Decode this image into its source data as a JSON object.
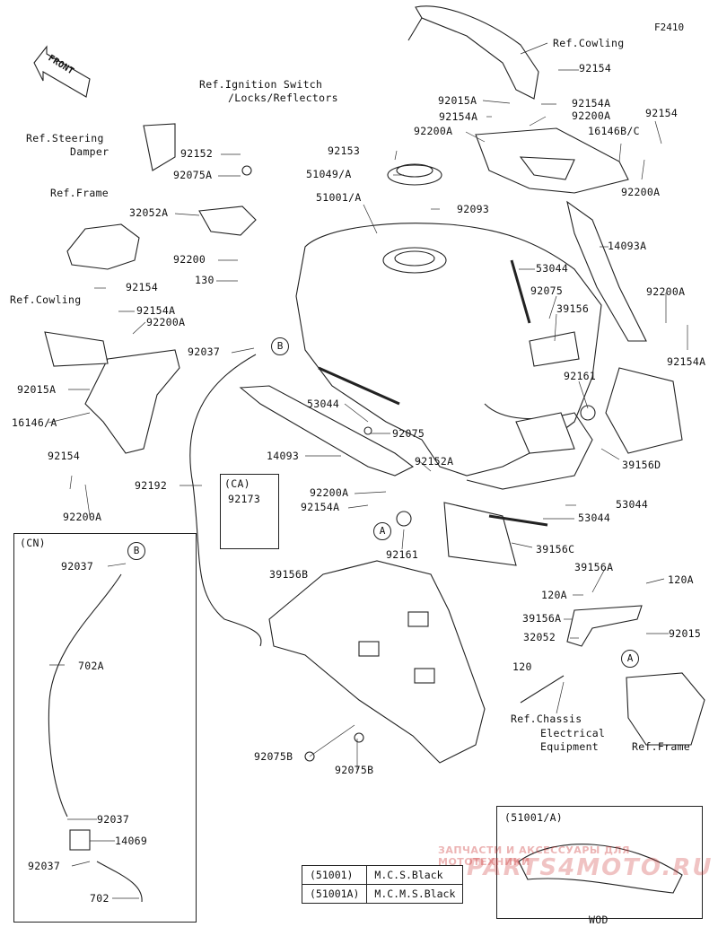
{
  "figure_code": "F2410",
  "front_label": "FRONT",
  "refs": {
    "cowling_top": "Ref.Cowling",
    "ignition": "Ref.Ignition Switch",
    "ignition2": "/Locks/Reflectors",
    "steering": "Ref.Steering",
    "steering2": "Damper",
    "frame_left": "Ref.Frame",
    "cowling_left": "Ref.Cowling",
    "chassis": "Ref.Chassis",
    "chassis2": "Electrical",
    "chassis3": "Equipment",
    "frame_right": "Ref.Frame"
  },
  "parts": [
    {
      "id": "p1",
      "text": "92154"
    },
    {
      "id": "p2",
      "text": "92015A"
    },
    {
      "id": "p3",
      "text": "92154A"
    },
    {
      "id": "p4",
      "text": "92154A"
    },
    {
      "id": "p5",
      "text": "92200A"
    },
    {
      "id": "p6",
      "text": "92200A"
    },
    {
      "id": "p7",
      "text": "92154"
    },
    {
      "id": "p8",
      "text": "16146B/C"
    },
    {
      "id": "p9",
      "text": "92200A"
    },
    {
      "id": "p10",
      "text": "92153"
    },
    {
      "id": "p11",
      "text": "51049/A"
    },
    {
      "id": "p12",
      "text": "92093"
    },
    {
      "id": "p13",
      "text": "51001/A"
    },
    {
      "id": "p14",
      "text": "92152"
    },
    {
      "id": "p15",
      "text": "92075A"
    },
    {
      "id": "p16",
      "text": "32052A"
    },
    {
      "id": "p17",
      "text": "92200"
    },
    {
      "id": "p18",
      "text": "130"
    },
    {
      "id": "p19",
      "text": "14093A"
    },
    {
      "id": "p20",
      "text": "53044"
    },
    {
      "id": "p21",
      "text": "92075"
    },
    {
      "id": "p22",
      "text": "39156"
    },
    {
      "id": "p23",
      "text": "92200A"
    },
    {
      "id": "p24",
      "text": "92154A"
    },
    {
      "id": "p25",
      "text": "92154"
    },
    {
      "id": "p26",
      "text": "92154A"
    },
    {
      "id": "p27",
      "text": "92200A"
    },
    {
      "id": "p28",
      "text": "92037"
    },
    {
      "id": "p29",
      "text": "92015A"
    },
    {
      "id": "p30",
      "text": "16146/A"
    },
    {
      "id": "p31",
      "text": "53044"
    },
    {
      "id": "p32",
      "text": "92161"
    },
    {
      "id": "p33",
      "text": "92075"
    },
    {
      "id": "p34",
      "text": "14093"
    },
    {
      "id": "p35",
      "text": "39156D"
    },
    {
      "id": "p36",
      "text": "92154"
    },
    {
      "id": "p37",
      "text": "92152A"
    },
    {
      "id": "p38",
      "text": "92192"
    },
    {
      "id": "p39",
      "text": "92200A"
    },
    {
      "id": "p40",
      "text": "92154A"
    },
    {
      "id": "p41",
      "text": "92200A"
    },
    {
      "id": "p42",
      "text": "92173"
    },
    {
      "id": "p43",
      "text": "53044"
    },
    {
      "id": "p44",
      "text": "53044"
    },
    {
      "id": "p45",
      "text": "92161"
    },
    {
      "id": "p46",
      "text": "39156C"
    },
    {
      "id": "p47",
      "text": "39156B"
    },
    {
      "id": "p48",
      "text": "39156A"
    },
    {
      "id": "p49",
      "text": "120A"
    },
    {
      "id": "p50",
      "text": "120A"
    },
    {
      "id": "p51",
      "text": "39156A"
    },
    {
      "id": "p52",
      "text": "32052"
    },
    {
      "id": "p53",
      "text": "92015"
    },
    {
      "id": "p54",
      "text": "120"
    },
    {
      "id": "p55",
      "text": "92037"
    },
    {
      "id": "p56",
      "text": "702A"
    },
    {
      "id": "p57",
      "text": "92037"
    },
    {
      "id": "p58",
      "text": "14069"
    },
    {
      "id": "p59",
      "text": "92037"
    },
    {
      "id": "p60",
      "text": "702"
    },
    {
      "id": "p61",
      "text": "92075B"
    },
    {
      "id": "p62",
      "text": "92075B"
    }
  ],
  "boxes": {
    "cn_label": "(CN)",
    "ca_label": "(CA)",
    "wod_label": "(51001/A)",
    "wod_caption": "WOD"
  },
  "callouts": {
    "a": "A",
    "b": "B"
  },
  "color_table": [
    {
      "code": "(51001)",
      "color": "M.C.S.Black"
    },
    {
      "code": "(51001A)",
      "color": "M.C.M.S.Black"
    }
  ],
  "watermark": {
    "line1": "ЗАПЧАСТИ И АКСЕССУАРЫ ДЛЯ МОТОТЕХНИКИ",
    "line2": "PARTS4MOTO.RU"
  }
}
